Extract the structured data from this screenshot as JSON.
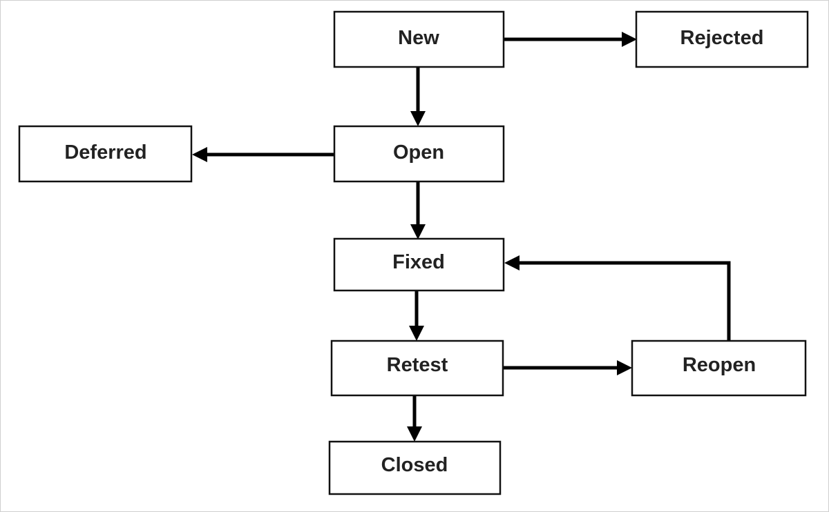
{
  "colors": {
    "background": "#ffffff",
    "box_border": "#111111",
    "arrow": "#000000",
    "text": "#222222"
  },
  "nodes": {
    "new": "New",
    "rejected": "Rejected",
    "open": "Open",
    "deferred": "Deferred",
    "fixed": "Fixed",
    "retest": "Retest",
    "reopen": "Reopen",
    "closed": "Closed"
  },
  "edges": [
    {
      "from": "new",
      "to": "rejected"
    },
    {
      "from": "new",
      "to": "open"
    },
    {
      "from": "open",
      "to": "deferred"
    },
    {
      "from": "open",
      "to": "fixed"
    },
    {
      "from": "fixed",
      "to": "retest"
    },
    {
      "from": "retest",
      "to": "reopen"
    },
    {
      "from": "reopen",
      "to": "fixed"
    },
    {
      "from": "retest",
      "to": "closed"
    }
  ]
}
